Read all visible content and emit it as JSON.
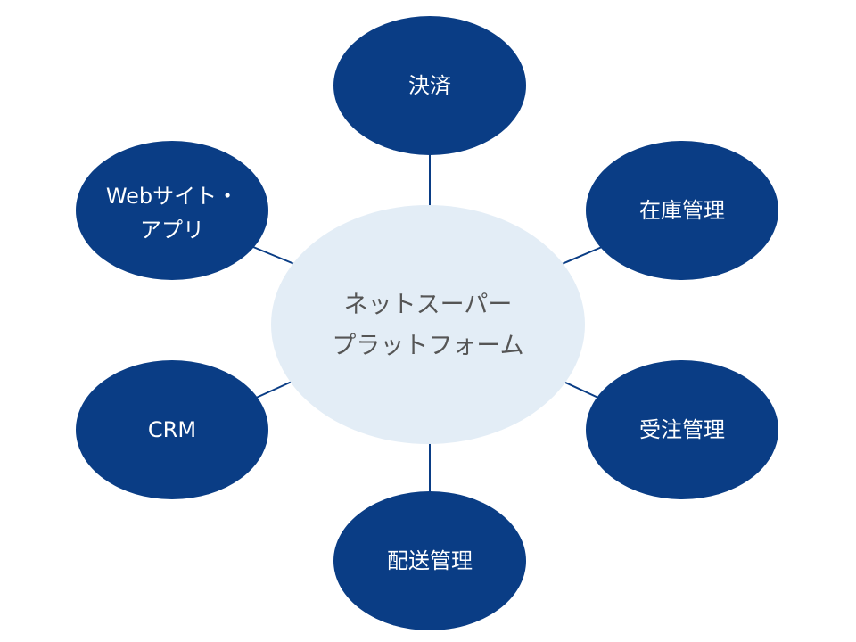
{
  "colors": {
    "node_fill": "#0a3d85",
    "center_fill": "#e3edf6",
    "connector": "#0a3d85",
    "center_text": "#555555",
    "node_text": "#ffffff"
  },
  "center": {
    "line1": "ネットスーパー",
    "line2": "プラットフォーム"
  },
  "nodes": {
    "payment": {
      "label": "決済"
    },
    "inventory": {
      "label": "在庫管理"
    },
    "orders": {
      "label": "受注管理"
    },
    "delivery": {
      "label": "配送管理"
    },
    "crm": {
      "label": "CRM"
    },
    "web": {
      "line1": "Webサイト・",
      "line2": "アプリ"
    }
  }
}
